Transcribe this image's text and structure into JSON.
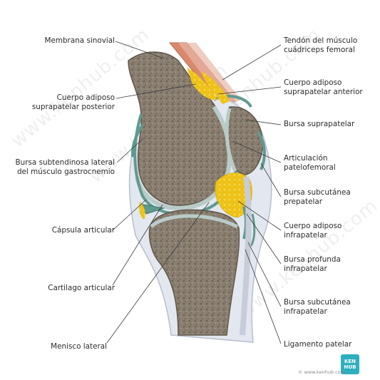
{
  "watermark": {
    "text": "www.kenhub.com"
  },
  "footer": {
    "url": "© www.kenhub.com",
    "logo_line1": "KEN",
    "logo_line2": "HUB"
  },
  "labels": {
    "membrana_sinovial": "Membrana sinovial",
    "cuerpo_adiposo_suprapatelar_posterior": "Cuerpo adiposo\nsuprapatelar posterior",
    "bursa_subtendinosa": "Bursa subtendinosa lateral\ndel músculo gastrocnemio",
    "capsula_articular": "Cápsula articular",
    "cartilago_articular": "Cartilago articular",
    "menisco_lateral": "Menisco lateral",
    "tendon_cuadriceps": "Tendón del músculo\ncuádriceps femoral",
    "cuerpo_adiposo_suprapatelar_anterior": "Cuerpo adiposo\nsuprapatelar anterior",
    "bursa_suprapatelar": "Bursa suprapatelar",
    "articulacion_patelofemoral": "Articulación\npatelofemoral",
    "bursa_subcutanea_prepatelar": "Bursa subcutánea\nprepatelar",
    "cuerpo_adiposo_infrapatelar": "Cuerpo adiposo\ninfrapatelar",
    "bursa_profunda_infrapatelar": "Bursa profunda\ninfrapatelar",
    "bursa_subcutanea_infrapatelar": "Bursa subcutánea\ninfrapatelar",
    "ligamento_patelar": "Ligamento patelar"
  },
  "colors": {
    "bone": "#7f7465",
    "bone_edge": "#5f564b",
    "cartilage": "#b9cbc8",
    "synovial": "#5f9a8f",
    "fat": "#f2cd2a",
    "capsule": "#d7dde8",
    "muscle": "#d9886e",
    "leader": "#3a3a3a"
  }
}
